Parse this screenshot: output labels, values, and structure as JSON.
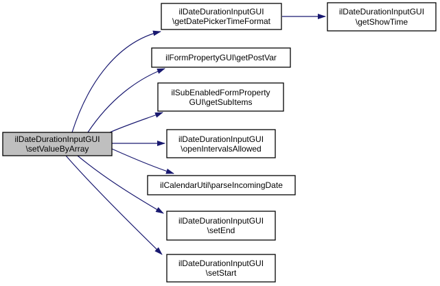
{
  "diagram": {
    "type": "doxygen-call-graph",
    "background_color": "#ffffff",
    "edge_color": "#191970",
    "node_border_color": "#000000",
    "node_fill_color": "#ffffff",
    "focus_node_fill_color": "#bfbfbf",
    "text_color": "#000000",
    "nodes": [
      {
        "id": "setValueByArray",
        "focus": true,
        "lines": [
          "ilDateDurationInputGUI",
          "\\setValueByArray"
        ]
      },
      {
        "id": "getDatePickerTimeFormat",
        "lines": [
          "ilDateDurationInputGUI",
          "\\getDatePickerTimeFormat"
        ]
      },
      {
        "id": "getPostVar",
        "lines": [
          "ilFormPropertyGUI\\getPostVar"
        ]
      },
      {
        "id": "getSubItems",
        "lines": [
          "ilSubEnabledFormProperty",
          "GUI\\getSubItems"
        ]
      },
      {
        "id": "openIntervalsAllowed",
        "lines": [
          "ilDateDurationInputGUI",
          "\\openIntervalsAllowed"
        ]
      },
      {
        "id": "parseIncomingDate",
        "lines": [
          "ilCalendarUtil\\parseIncomingDate"
        ]
      },
      {
        "id": "setEnd",
        "lines": [
          "ilDateDurationInputGUI",
          "\\setEnd"
        ]
      },
      {
        "id": "setStart",
        "lines": [
          "ilDateDurationInputGUI",
          "\\setStart"
        ]
      },
      {
        "id": "getShowTime",
        "lines": [
          "ilDateDurationInputGUI",
          "\\getShowTime"
        ]
      }
    ],
    "edges": [
      {
        "from": "setValueByArray",
        "to": "getDatePickerTimeFormat"
      },
      {
        "from": "setValueByArray",
        "to": "getPostVar"
      },
      {
        "from": "setValueByArray",
        "to": "getSubItems"
      },
      {
        "from": "setValueByArray",
        "to": "openIntervalsAllowed"
      },
      {
        "from": "setValueByArray",
        "to": "parseIncomingDate"
      },
      {
        "from": "setValueByArray",
        "to": "setEnd"
      },
      {
        "from": "setValueByArray",
        "to": "setStart"
      },
      {
        "from": "getDatePickerTimeFormat",
        "to": "getShowTime"
      }
    ]
  }
}
